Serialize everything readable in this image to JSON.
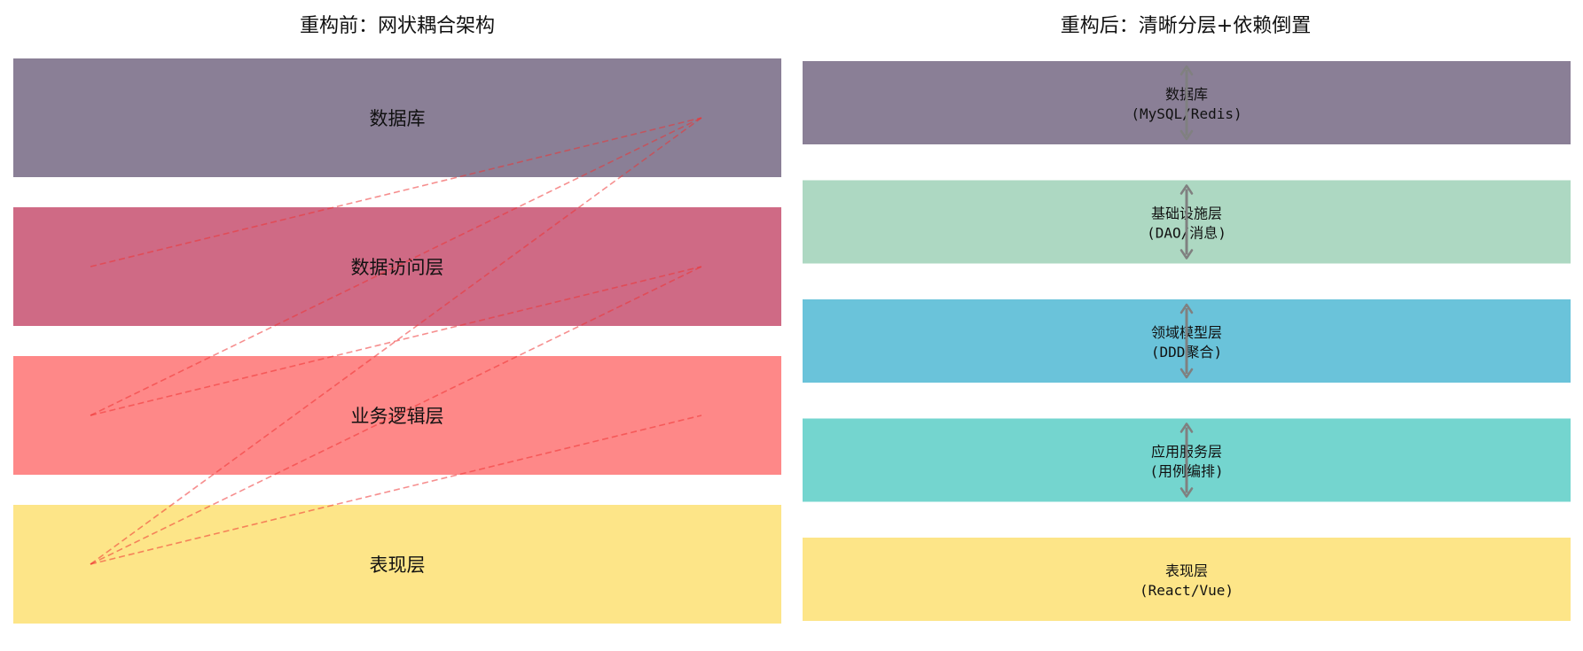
{
  "before": {
    "title": "重构前：网状耦合架构",
    "layers": [
      {
        "label": "数据库",
        "color": "#8a7f96"
      },
      {
        "label": "数据访问层",
        "color": "#cf6a85"
      },
      {
        "label": "业务逻辑层",
        "color": "#fe8888"
      },
      {
        "label": "表现层",
        "color": "#fde588"
      }
    ],
    "coupling_color": "#ee3333",
    "coupling_links": [
      {
        "from": 1,
        "to": 0
      },
      {
        "from": 2,
        "to": 0
      },
      {
        "from": 2,
        "to": 1
      },
      {
        "from": 3,
        "to": 0
      },
      {
        "from": 3,
        "to": 1
      },
      {
        "from": 3,
        "to": 2
      }
    ]
  },
  "after": {
    "title": "重构后：清晰分层+依赖倒置",
    "layers": [
      {
        "label": "数据库",
        "sublabel": "(MySQL/Redis)",
        "color": "#8a7f96"
      },
      {
        "label": "基础设施层",
        "sublabel": "(DAO/消息)",
        "color": "#add8c2"
      },
      {
        "label": "领域模型层",
        "sublabel": "(DDD聚合)",
        "color": "#6ac3da"
      },
      {
        "label": "应用服务层",
        "sublabel": "(用例编排)",
        "color": "#74d5cf"
      },
      {
        "label": "表现层",
        "sublabel": "(React/Vue)",
        "color": "#fde588"
      }
    ],
    "arrow_color": "#808080"
  }
}
